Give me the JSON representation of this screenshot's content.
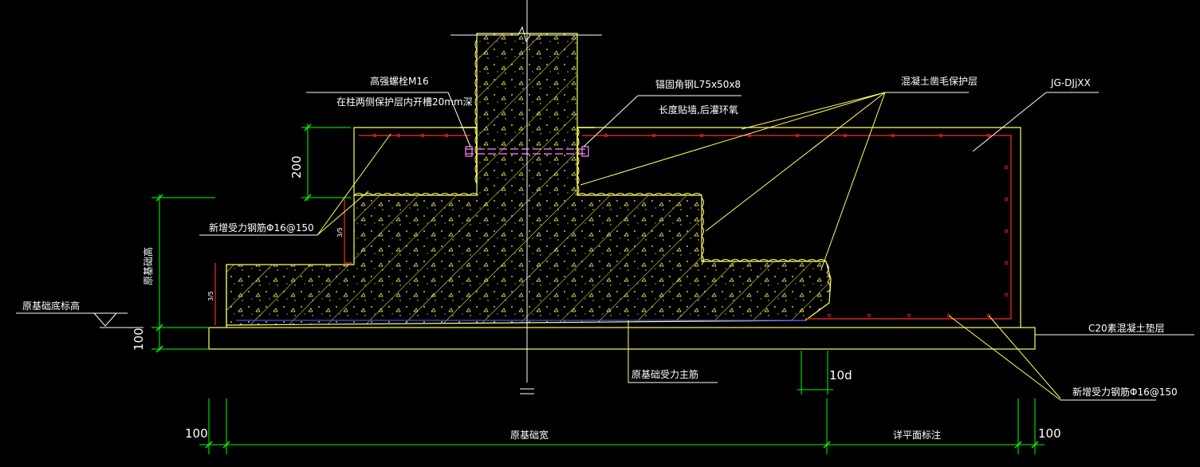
{
  "labels": {
    "bolt_line1": "高强螺栓M16",
    "bolt_line2": "在柱两侧保护层内开槽20mm深",
    "angle_line1": "锚固角钢L75x50x8",
    "angle_line2": "长度贴墙,后灌环氧",
    "roughen": "混凝土凿毛保护层",
    "jg": "JG-DJjXX",
    "new_rebar_left": "新增受力钢筋Φ16@150",
    "orig_height": "原基础高",
    "orig_bottom": "原基础底标高",
    "c20": "C20素混凝土垫层",
    "orig_main_rebar": "原基础受力主筋",
    "new_rebar_right": "新增受力钢筋Φ16@150",
    "orig_width": "原基础宽",
    "see_plan": "详平面标注"
  },
  "dims": {
    "d200": "200",
    "d100_left": "100",
    "d100_bottom_left": "100",
    "d100_bottom_right": "100",
    "d10d": "10d",
    "small_a": "3/5",
    "small_b": "3/5"
  },
  "colors": {
    "background": "#000000",
    "outline": "#ffff66",
    "hatch": "#ffff66",
    "rebar": "#ff2a2a",
    "dim_line": "#00ff00",
    "leader": "#ffffff",
    "axis": "#ffffff",
    "bolt": "#ff88ff",
    "main_rebar": "#3355ff"
  }
}
